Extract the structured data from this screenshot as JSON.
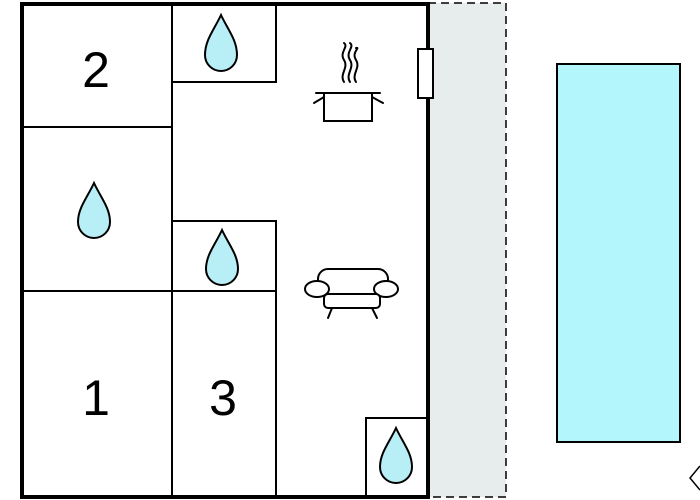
{
  "rooms": [
    {
      "id": "bedroom-2",
      "label": "2"
    },
    {
      "id": "bedroom-1",
      "label": "1"
    },
    {
      "id": "bedroom-3",
      "label": "3"
    }
  ],
  "icons": {
    "bathroom": "water-drop-icon",
    "kitchen": "cooking-pot-icon",
    "living": "sofa-icon"
  },
  "colors": {
    "wall": "#000000",
    "water_drop": "#b8eef6",
    "terrace": "#e7ecec",
    "pool": "#b3f6fb"
  }
}
